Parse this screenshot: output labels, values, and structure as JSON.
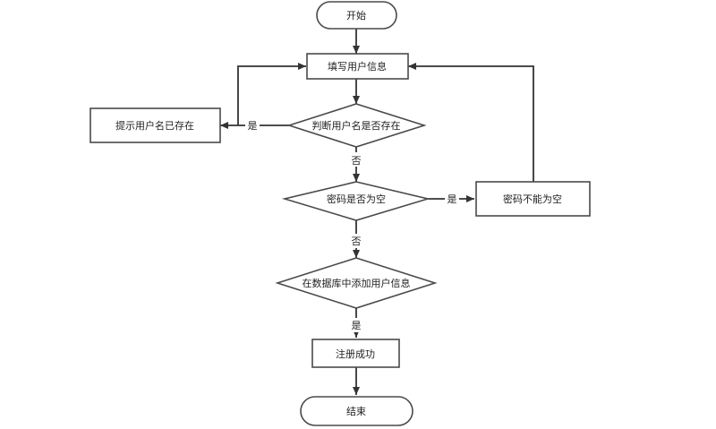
{
  "diagram": {
    "nodes": {
      "start": "开始",
      "fill_info": "填写用户信息",
      "name_exists_prompt": "提示用户名已存在",
      "check_name": "判断用户名是否存在",
      "check_password": "密码是否为空",
      "password_empty_prompt": "密码不能为空",
      "add_to_db": "在数据库中添加用户信息",
      "register_success": "注册成功",
      "end": "结束"
    },
    "edges": {
      "name_yes": "是",
      "name_no": "否",
      "password_yes": "是",
      "password_no": "否",
      "db_yes": "是"
    }
  }
}
